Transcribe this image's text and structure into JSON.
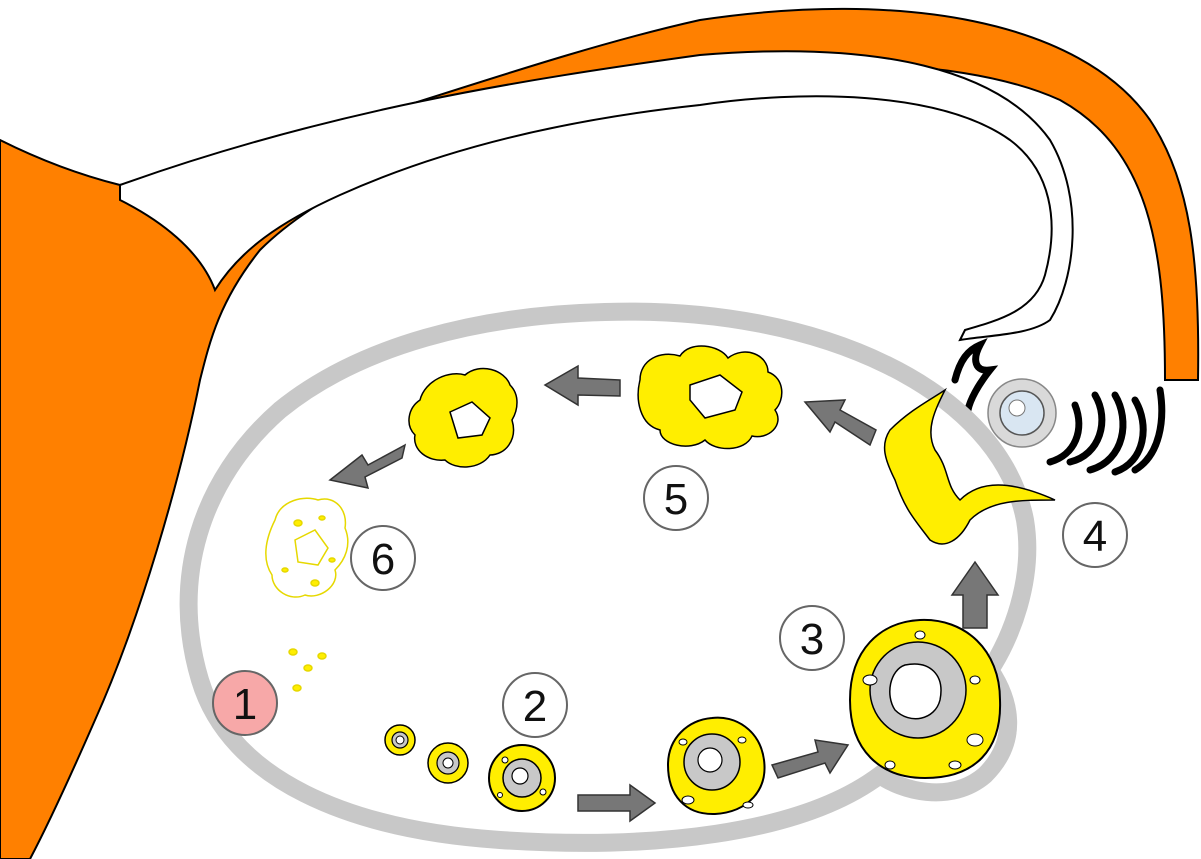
{
  "colors": {
    "tube": "#ff8000",
    "endometrium": "#dd0000",
    "ovary_outline": "#c8c8c8",
    "follicle": "#ffee00",
    "oocyte_gray": "#c8c8c8",
    "oocyte_dark": "#8a8a8a",
    "egg": "#d9e6f2",
    "arrow": "#777777",
    "stage_circle_fill": "#ffffff",
    "stage1_fill": "#f7a8a8",
    "outline": "#000000"
  },
  "stages": [
    {
      "label": "1"
    },
    {
      "label": "2"
    },
    {
      "label": "3"
    },
    {
      "label": "4"
    },
    {
      "label": "5"
    },
    {
      "label": "6"
    }
  ],
  "icons": [
    "uterus-wall",
    "fallopian-tube",
    "fimbriae",
    "ovary",
    "follicle",
    "ovum",
    "corpus-luteum",
    "corpus-albicans",
    "progress-arrow"
  ]
}
